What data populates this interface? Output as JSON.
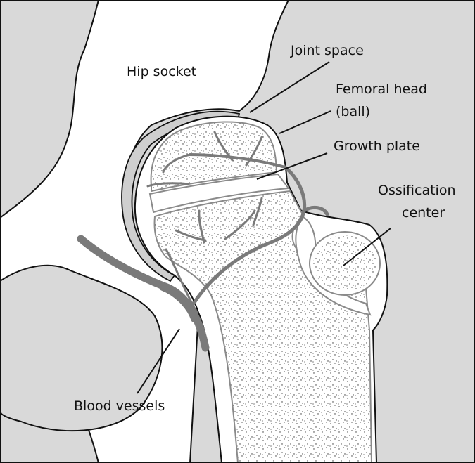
{
  "labels": {
    "hip_socket": "Hip socket",
    "joint_space": "Joint space",
    "femoral_head": "Femoral head",
    "femoral_head_ball": "(ball)",
    "growth_plate": "Growth plate",
    "ossification": "Ossification",
    "ossification_center": "center",
    "blood_vessels": "Blood vessels"
  },
  "colors": {
    "background_tissue": "#d9d9d9",
    "bone": "#ffffff",
    "outline": "#111111",
    "vessel": "#7a7a7a",
    "plate_line": "#8a8a8a",
    "stipple": "#333333"
  }
}
